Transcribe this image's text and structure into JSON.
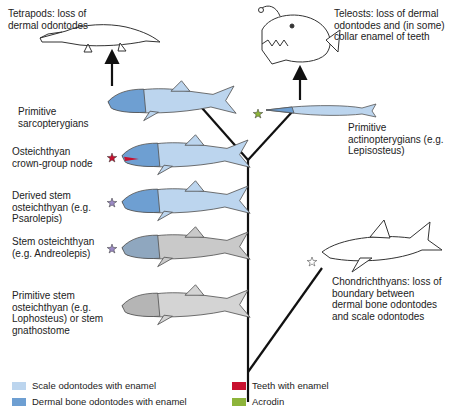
{
  "diagram": {
    "labels": [
      "Tetrapods: loss of dermal odontodes",
      "Teleosts: loss of dermal odontodes and (in some) collar enamel of teeth",
      "Primitive sarcopterygians",
      "Primitive actinopterygians (e.g. Lepisosteus)",
      "Osteichthyan crown-group node",
      "Derived stem osteichthyan (e.g. Psarolepis)",
      "Stem osteichthyan (e.g. Andreolepis)",
      "Chondrichthyans: loss of boundary between dermal bone odontodes and scale odontodes",
      "Primitive stem osteichthyan (e.g. Lophosteus) or stem gnathostome"
    ],
    "legend": [
      {
        "text": "Scale odontodes with enamel",
        "color": "#bcd5ee"
      },
      {
        "text": "Teeth with enamel",
        "color": "#c8102e"
      },
      {
        "text": "Dermal bone odontodes with enamel",
        "color": "#6e9fd2"
      },
      {
        "text": "Acrodin",
        "color": "#8db43a"
      }
    ]
  }
}
